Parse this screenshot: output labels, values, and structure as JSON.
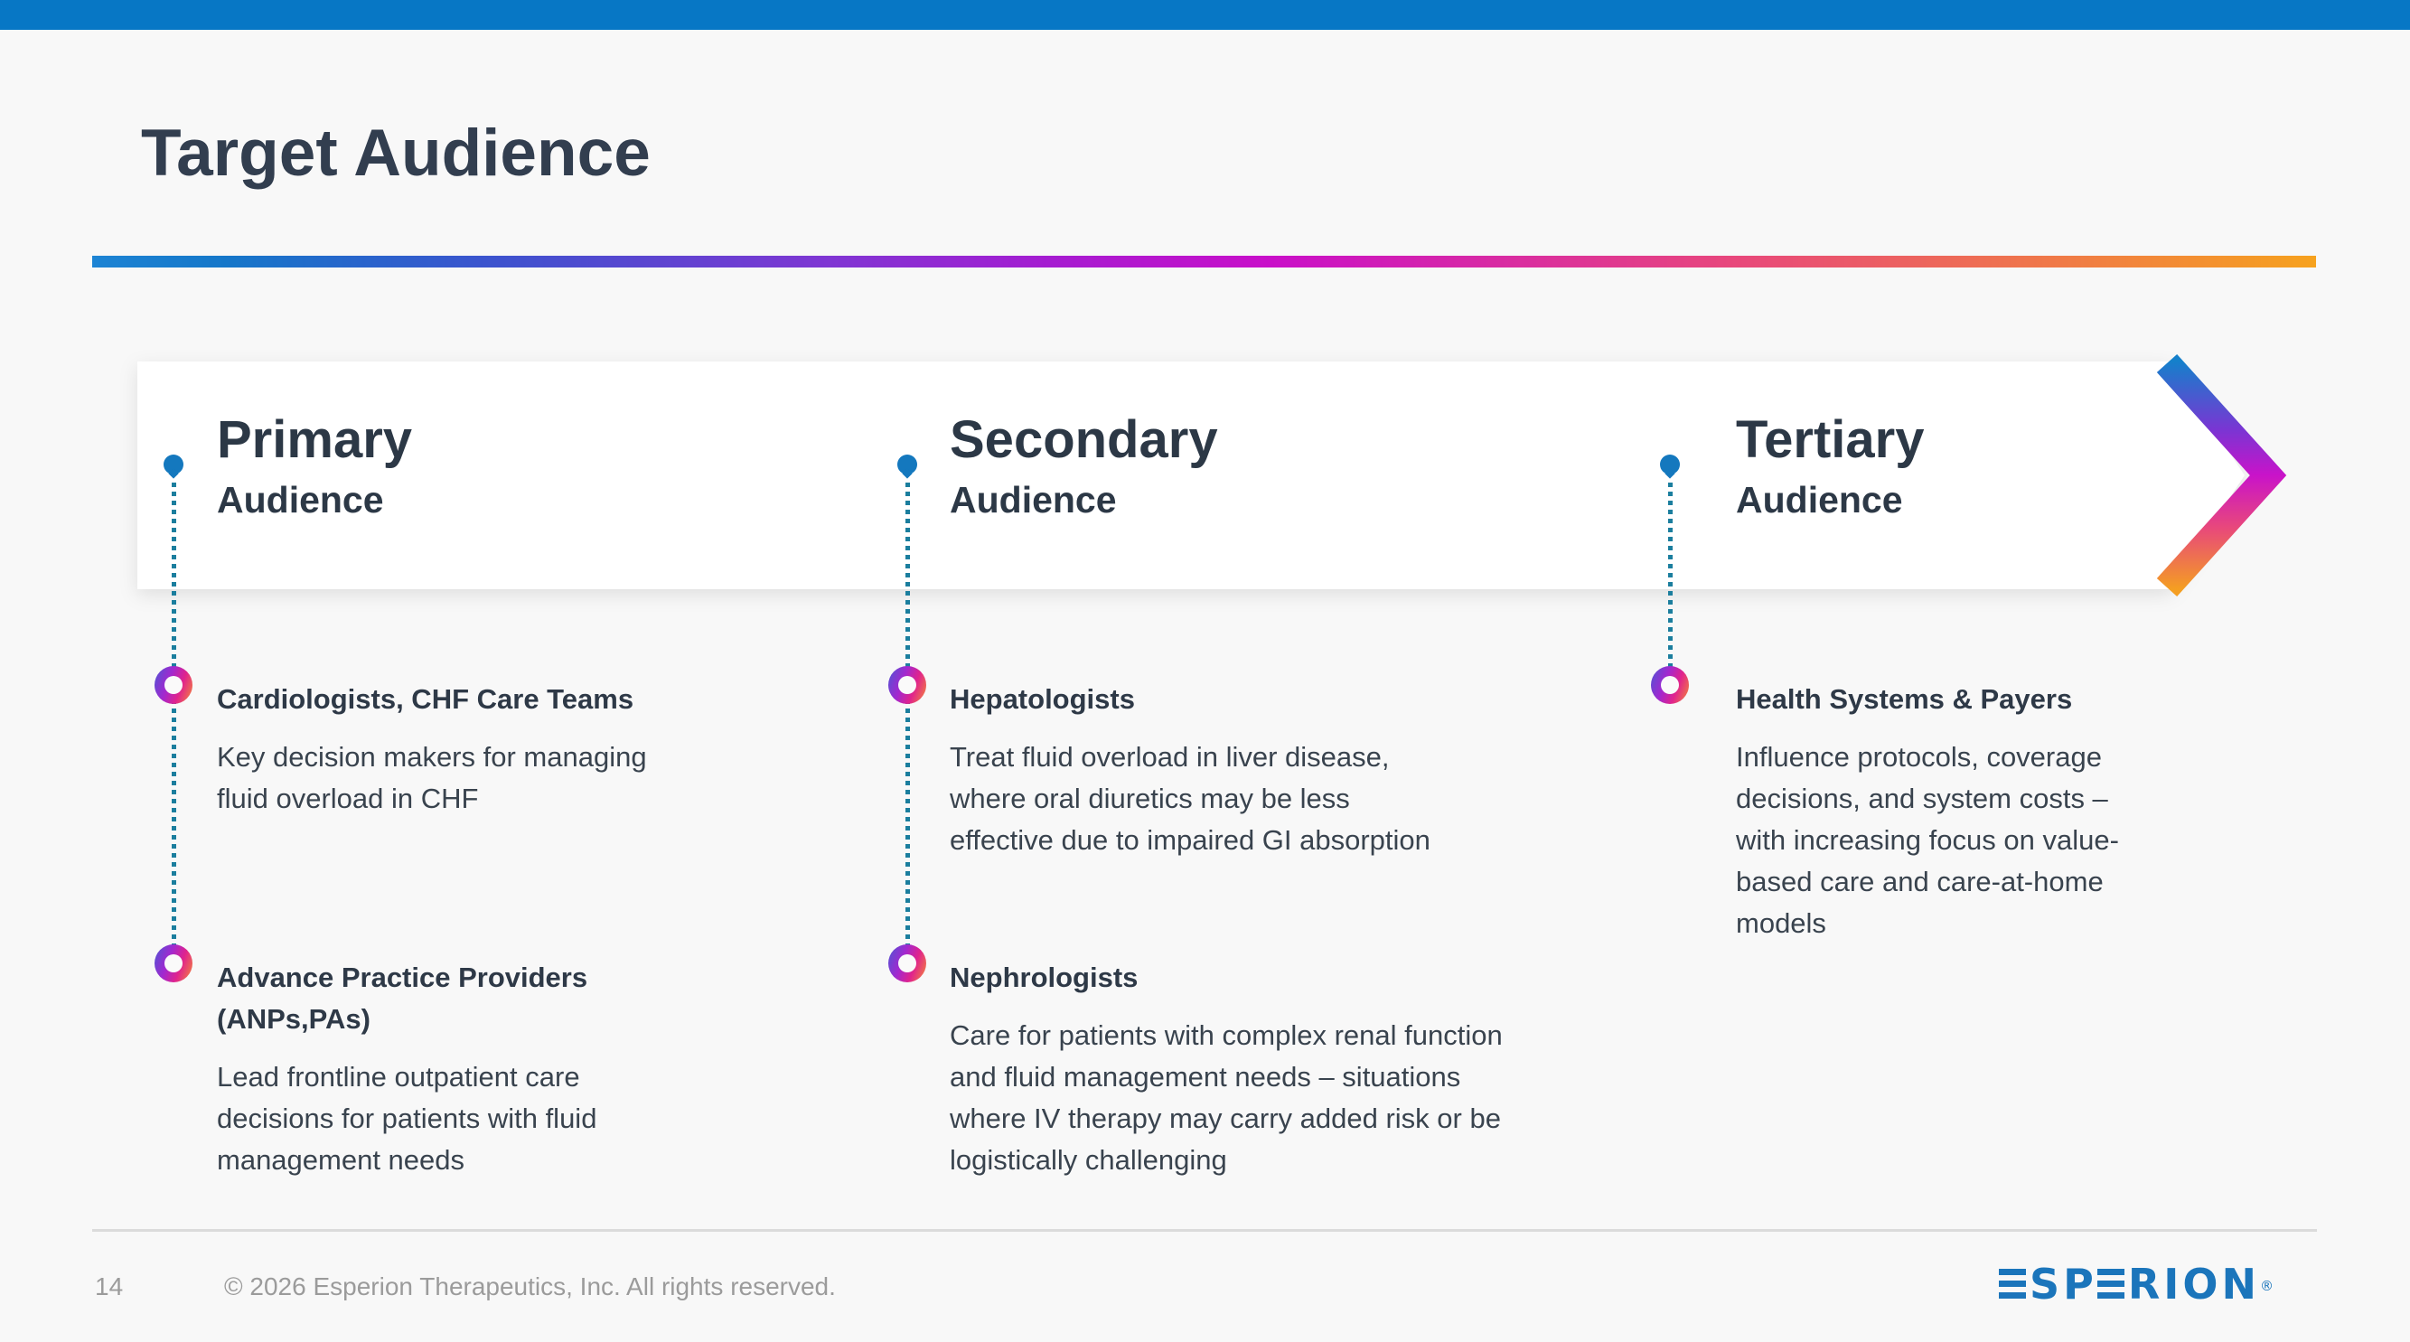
{
  "slide": {
    "title": "Target Audience",
    "columns": [
      {
        "tier": "Primary",
        "tier_sub": "Audience",
        "items": [
          {
            "heading": "Cardiologists, CHF Care Teams",
            "body": "Key decision makers for managing\nfluid overload in CHF"
          },
          {
            "heading": "Advance Practice Providers\n(ANPs,PAs)",
            "body": "Lead frontline outpatient care\ndecisions for patients with fluid\nmanagement needs"
          }
        ]
      },
      {
        "tier": "Secondary",
        "tier_sub": "Audience",
        "items": [
          {
            "heading": "Hepatologists",
            "body": "Treat fluid overload in liver disease,\nwhere oral diuretics may be less\neffective due to impaired GI absorption"
          },
          {
            "heading": "Nephrologists",
            "body": "Care for patients with complex renal function\nand fluid management needs – situations\nwhere IV therapy may carry added risk or be\nlogistically challenging"
          }
        ]
      },
      {
        "tier": "Tertiary",
        "tier_sub": "Audience",
        "items": [
          {
            "heading": "Health Systems & Payers",
            "body": "Influence protocols, coverage\ndecisions, and system costs –\nwith increasing focus on value-\nbased care and care-at-home\nmodels"
          }
        ]
      }
    ],
    "footer": {
      "page_number": "14",
      "copyright": "© 2026 Esperion Therapeutics, Inc. All rights reserved.",
      "logo_wordmark": "ESPERION",
      "logo_registered": "®"
    },
    "colors": {
      "top_bar_blue": "#0777C5",
      "title_navy": "#323E4F",
      "body_text": "#39434E",
      "dotted_line_teal": "#1B7E9E",
      "pin_dot_blue": "#1478BE",
      "logo_blue": "#1B75BB",
      "footer_gray": "#9B9B9B",
      "gradient_rule": [
        "#1577C9",
        "#3C53CE",
        "#7F36D3",
        "#C90FC9",
        "#E8487B",
        "#F6A21E"
      ],
      "ring_gradient": [
        "#4E55D4",
        "#A228CF",
        "#E0238D",
        "#F58A35"
      ]
    }
  }
}
